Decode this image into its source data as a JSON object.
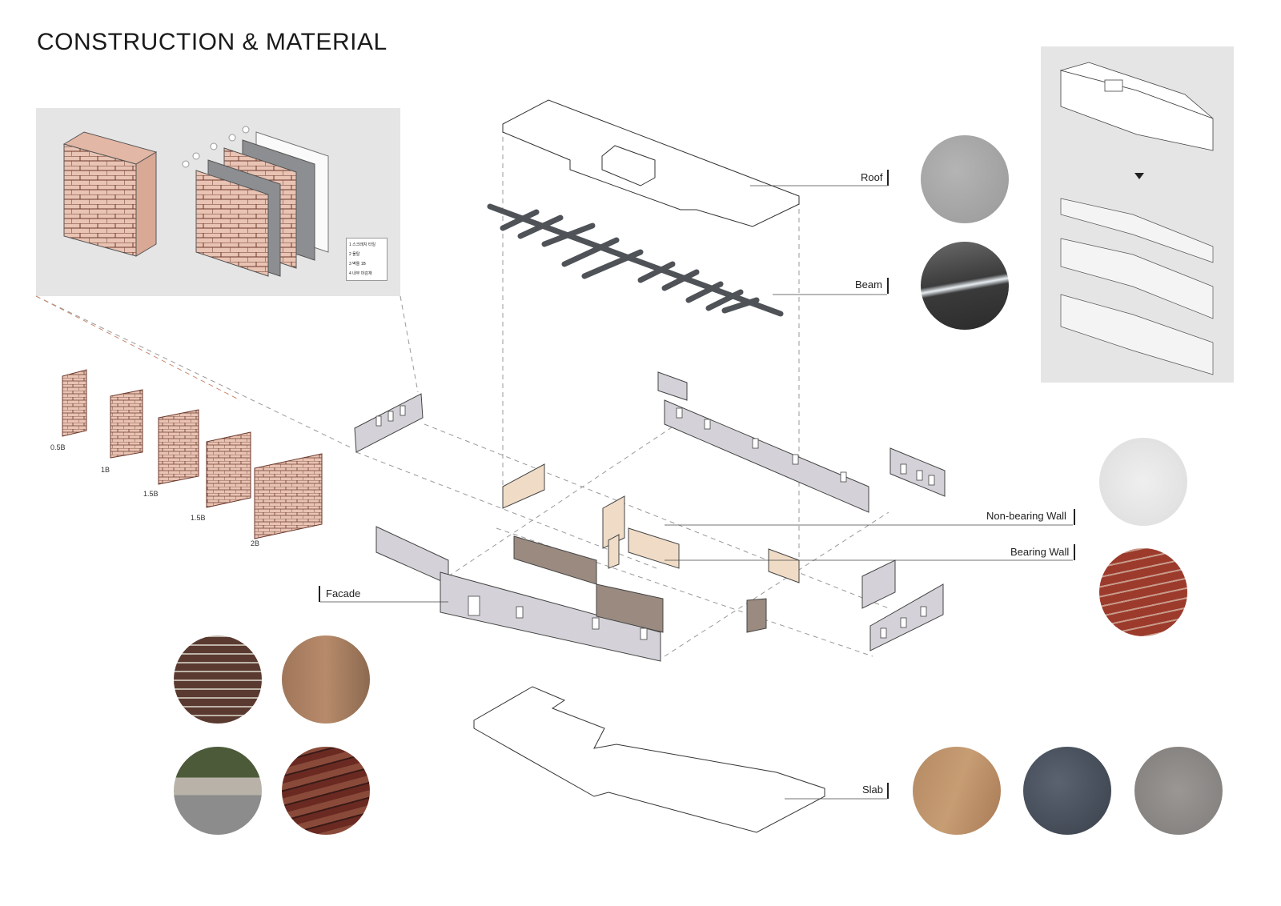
{
  "title": "CONSTRUCTION & MATERIAL",
  "brick_detail": {
    "callouts": [
      "1",
      "2",
      "3",
      "4"
    ],
    "legend": [
      {
        "num": "1",
        "text": "스크래치 타일"
      },
      {
        "num": "2",
        "text": "몰탈"
      },
      {
        "num": "3",
        "text": "벽돌 1B"
      },
      {
        "num": "4",
        "text": "내부 마감재"
      }
    ]
  },
  "brick_sizes": [
    "0.5B",
    "1B",
    "1.5B",
    "1.5B",
    "2B"
  ],
  "components": {
    "roof": "Roof",
    "beam": "Beam",
    "non_bearing_wall": "Non-bearing Wall",
    "bearing_wall": "Bearing Wall",
    "facade": "Facade",
    "slab": "Slab"
  },
  "colors": {
    "brick": "#e9c3b3",
    "brick_line": "#6b3a2e",
    "panel_bg": "#e6e5e6",
    "wall_gray": "#c9c7cc",
    "non_bearing": "#f0dcc6",
    "bearing": "#9a8a80",
    "beam": "#55595f"
  }
}
